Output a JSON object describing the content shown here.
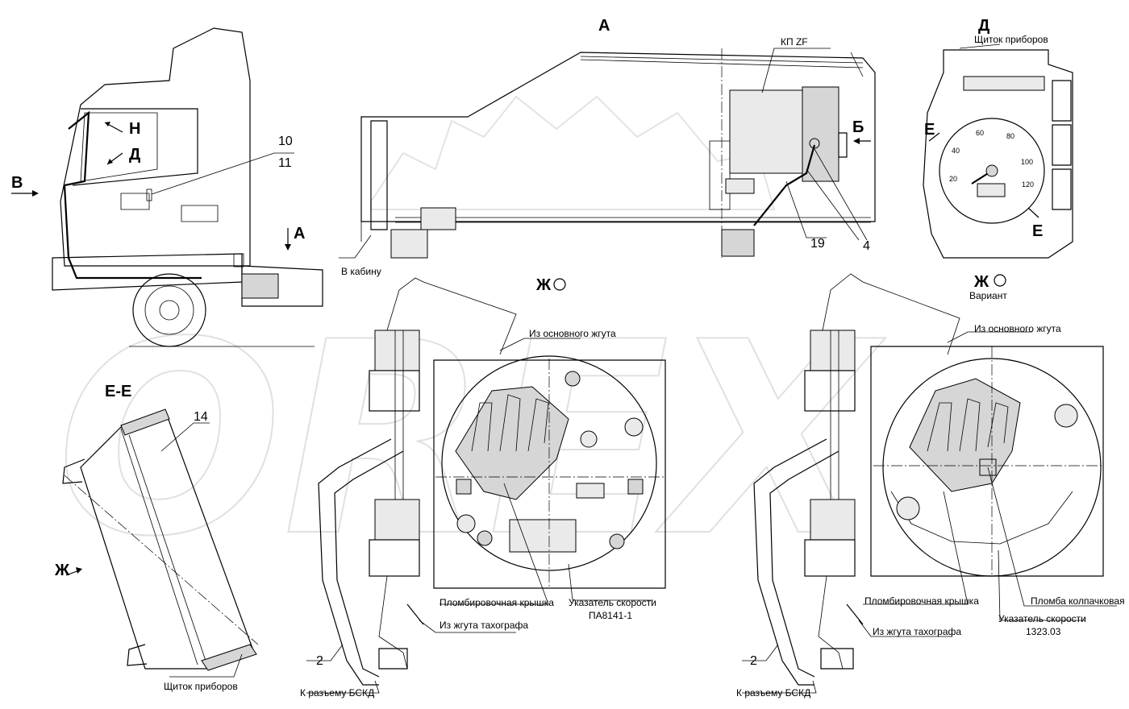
{
  "watermark": "OREX",
  "views": {
    "A": "А",
    "D": "Д",
    "E_E": "Е-Е"
  },
  "truck": {
    "arrow_N": "Н",
    "arrow_D": "Д",
    "arrow_V": "В",
    "arrow_A": "А",
    "pos_10": "10",
    "pos_11": "11"
  },
  "chassis": {
    "gearbox": "КП ZF",
    "arrow_B": "Б",
    "to_cab": "В кабину",
    "pos_19": "19",
    "pos_4": "4"
  },
  "dashboard": {
    "title": "Щиток приборов",
    "section_left": "Е",
    "section_right": "Е",
    "ticks": [
      "20",
      "40",
      "60",
      "80",
      "100",
      "120"
    ]
  },
  "section_ee": {
    "pos_14": "14",
    "arrow_Zh": "Ж",
    "panel": "Щиток приборов"
  },
  "view_zh_left": {
    "title": "Ж",
    "from_main": "Из основного жгута",
    "seal_cover": "Пломбировочная крышка",
    "speedometer": "Указатель скорости",
    "speedometer_model": "ПА8141-1",
    "from_tacho": "Из жгута тахографа",
    "pos_2": "2",
    "to_bskd": "К разъему БСКД"
  },
  "view_zh_right": {
    "title": "Ж",
    "variant": "Вариант",
    "from_main": "Из основного жгута",
    "seal_cover": "Пломбировочная крышка",
    "cap_seal": "Пломба колпачковая",
    "speedometer": "Указатель скорости",
    "speedometer_model": "1323.03",
    "from_tacho": "Из жгута тахографа",
    "pos_2": "2",
    "to_bskd": "К разъему БСКД"
  },
  "colors": {
    "ink": "#000000",
    "fill": "#d6d6d6",
    "watermark": "#c8c8c8"
  }
}
